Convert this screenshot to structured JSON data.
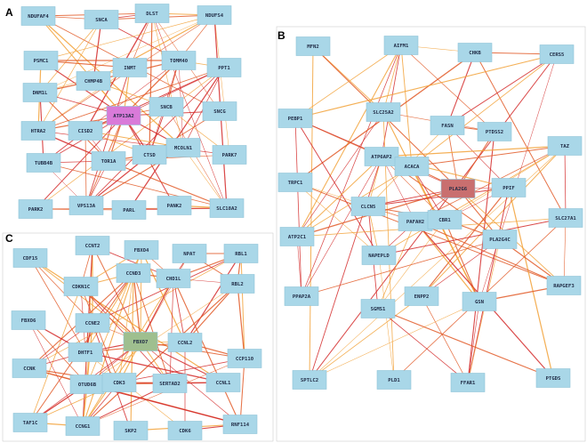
{
  "colors": {
    "node_default": "#a9d7e8",
    "node_border": "#8fc4d8",
    "edge_red": "#d42a2a",
    "edge_orange": "#f2a23a",
    "edge_mid": "#e25a28"
  },
  "panels": [
    {
      "letter": "A",
      "nodes": [
        {
          "label": "NDUFAF4"
        },
        {
          "label": "SNCA"
        },
        {
          "label": "DLST"
        },
        {
          "label": "NDUFS4"
        },
        {
          "label": "PSMC1"
        },
        {
          "label": "INMT"
        },
        {
          "label": "TOMM40"
        },
        {
          "label": "PPT1"
        },
        {
          "label": "CHMP4B"
        },
        {
          "label": "DNM1L"
        },
        {
          "label": "ATP13A2",
          "color": "#d97ad9"
        },
        {
          "label": "SNCB"
        },
        {
          "label": "SNCG"
        },
        {
          "label": "HTRA2"
        },
        {
          "label": "CISD2"
        },
        {
          "label": "MCOLN1"
        },
        {
          "label": "TUBB4B"
        },
        {
          "label": "TOR1A"
        },
        {
          "label": "CTSD"
        },
        {
          "label": "PARK7"
        },
        {
          "label": "PARK2"
        },
        {
          "label": "VPS13A"
        },
        {
          "label": "PARL"
        },
        {
          "label": "PANK2"
        },
        {
          "label": "SLC18A2"
        }
      ]
    },
    {
      "letter": "B",
      "nodes": [
        {
          "label": "MFN2"
        },
        {
          "label": "AIFM1"
        },
        {
          "label": "CHKB"
        },
        {
          "label": "CERS5"
        },
        {
          "label": "PEBP1"
        },
        {
          "label": "SLC25A2"
        },
        {
          "label": "FASN"
        },
        {
          "label": "PTDSS2"
        },
        {
          "label": "TAZ"
        },
        {
          "label": "ATP6AP2"
        },
        {
          "label": "ACACA"
        },
        {
          "label": "TRPC1"
        },
        {
          "label": "PLA2G6",
          "color": "#c96f6f"
        },
        {
          "label": "PPIF"
        },
        {
          "label": "CLCN5"
        },
        {
          "label": "PAFAH2"
        },
        {
          "label": "ATP2C1"
        },
        {
          "label": "CBR1"
        },
        {
          "label": "PLA2G4C"
        },
        {
          "label": "SLC27A1"
        },
        {
          "label": "NAPEPLD"
        },
        {
          "label": "RAPGEF3"
        },
        {
          "label": "PPAP2A"
        },
        {
          "label": "ENPP2"
        },
        {
          "label": "GSN"
        },
        {
          "label": "SGMS1"
        },
        {
          "label": "SPTLC2"
        },
        {
          "label": "PLD1"
        },
        {
          "label": "FFAR1"
        },
        {
          "label": "PTGDS"
        }
      ]
    },
    {
      "letter": "C",
      "nodes": [
        {
          "label": "CCNT2"
        },
        {
          "label": "FBXO4"
        },
        {
          "label": "NPAT"
        },
        {
          "label": "RBL1"
        },
        {
          "label": "CDF15"
        },
        {
          "label": "CDKN1C"
        },
        {
          "label": "CCND3"
        },
        {
          "label": "CHD1L"
        },
        {
          "label": "RBL2"
        },
        {
          "label": "FBXO6"
        },
        {
          "label": "CCNE2"
        },
        {
          "label": "FBXO7",
          "color": "#9fbf8f"
        },
        {
          "label": "CCNL2"
        },
        {
          "label": "DHTF1"
        },
        {
          "label": "CCP110"
        },
        {
          "label": "CCNK"
        },
        {
          "label": "OTUD6B"
        },
        {
          "label": "CDK3"
        },
        {
          "label": "SERTAD2"
        },
        {
          "label": "CCNL1"
        },
        {
          "label": "TAF1C"
        },
        {
          "label": "CCNG1"
        },
        {
          "label": "SKP2"
        },
        {
          "label": "CDK6"
        },
        {
          "label": "RNF114"
        }
      ]
    }
  ]
}
